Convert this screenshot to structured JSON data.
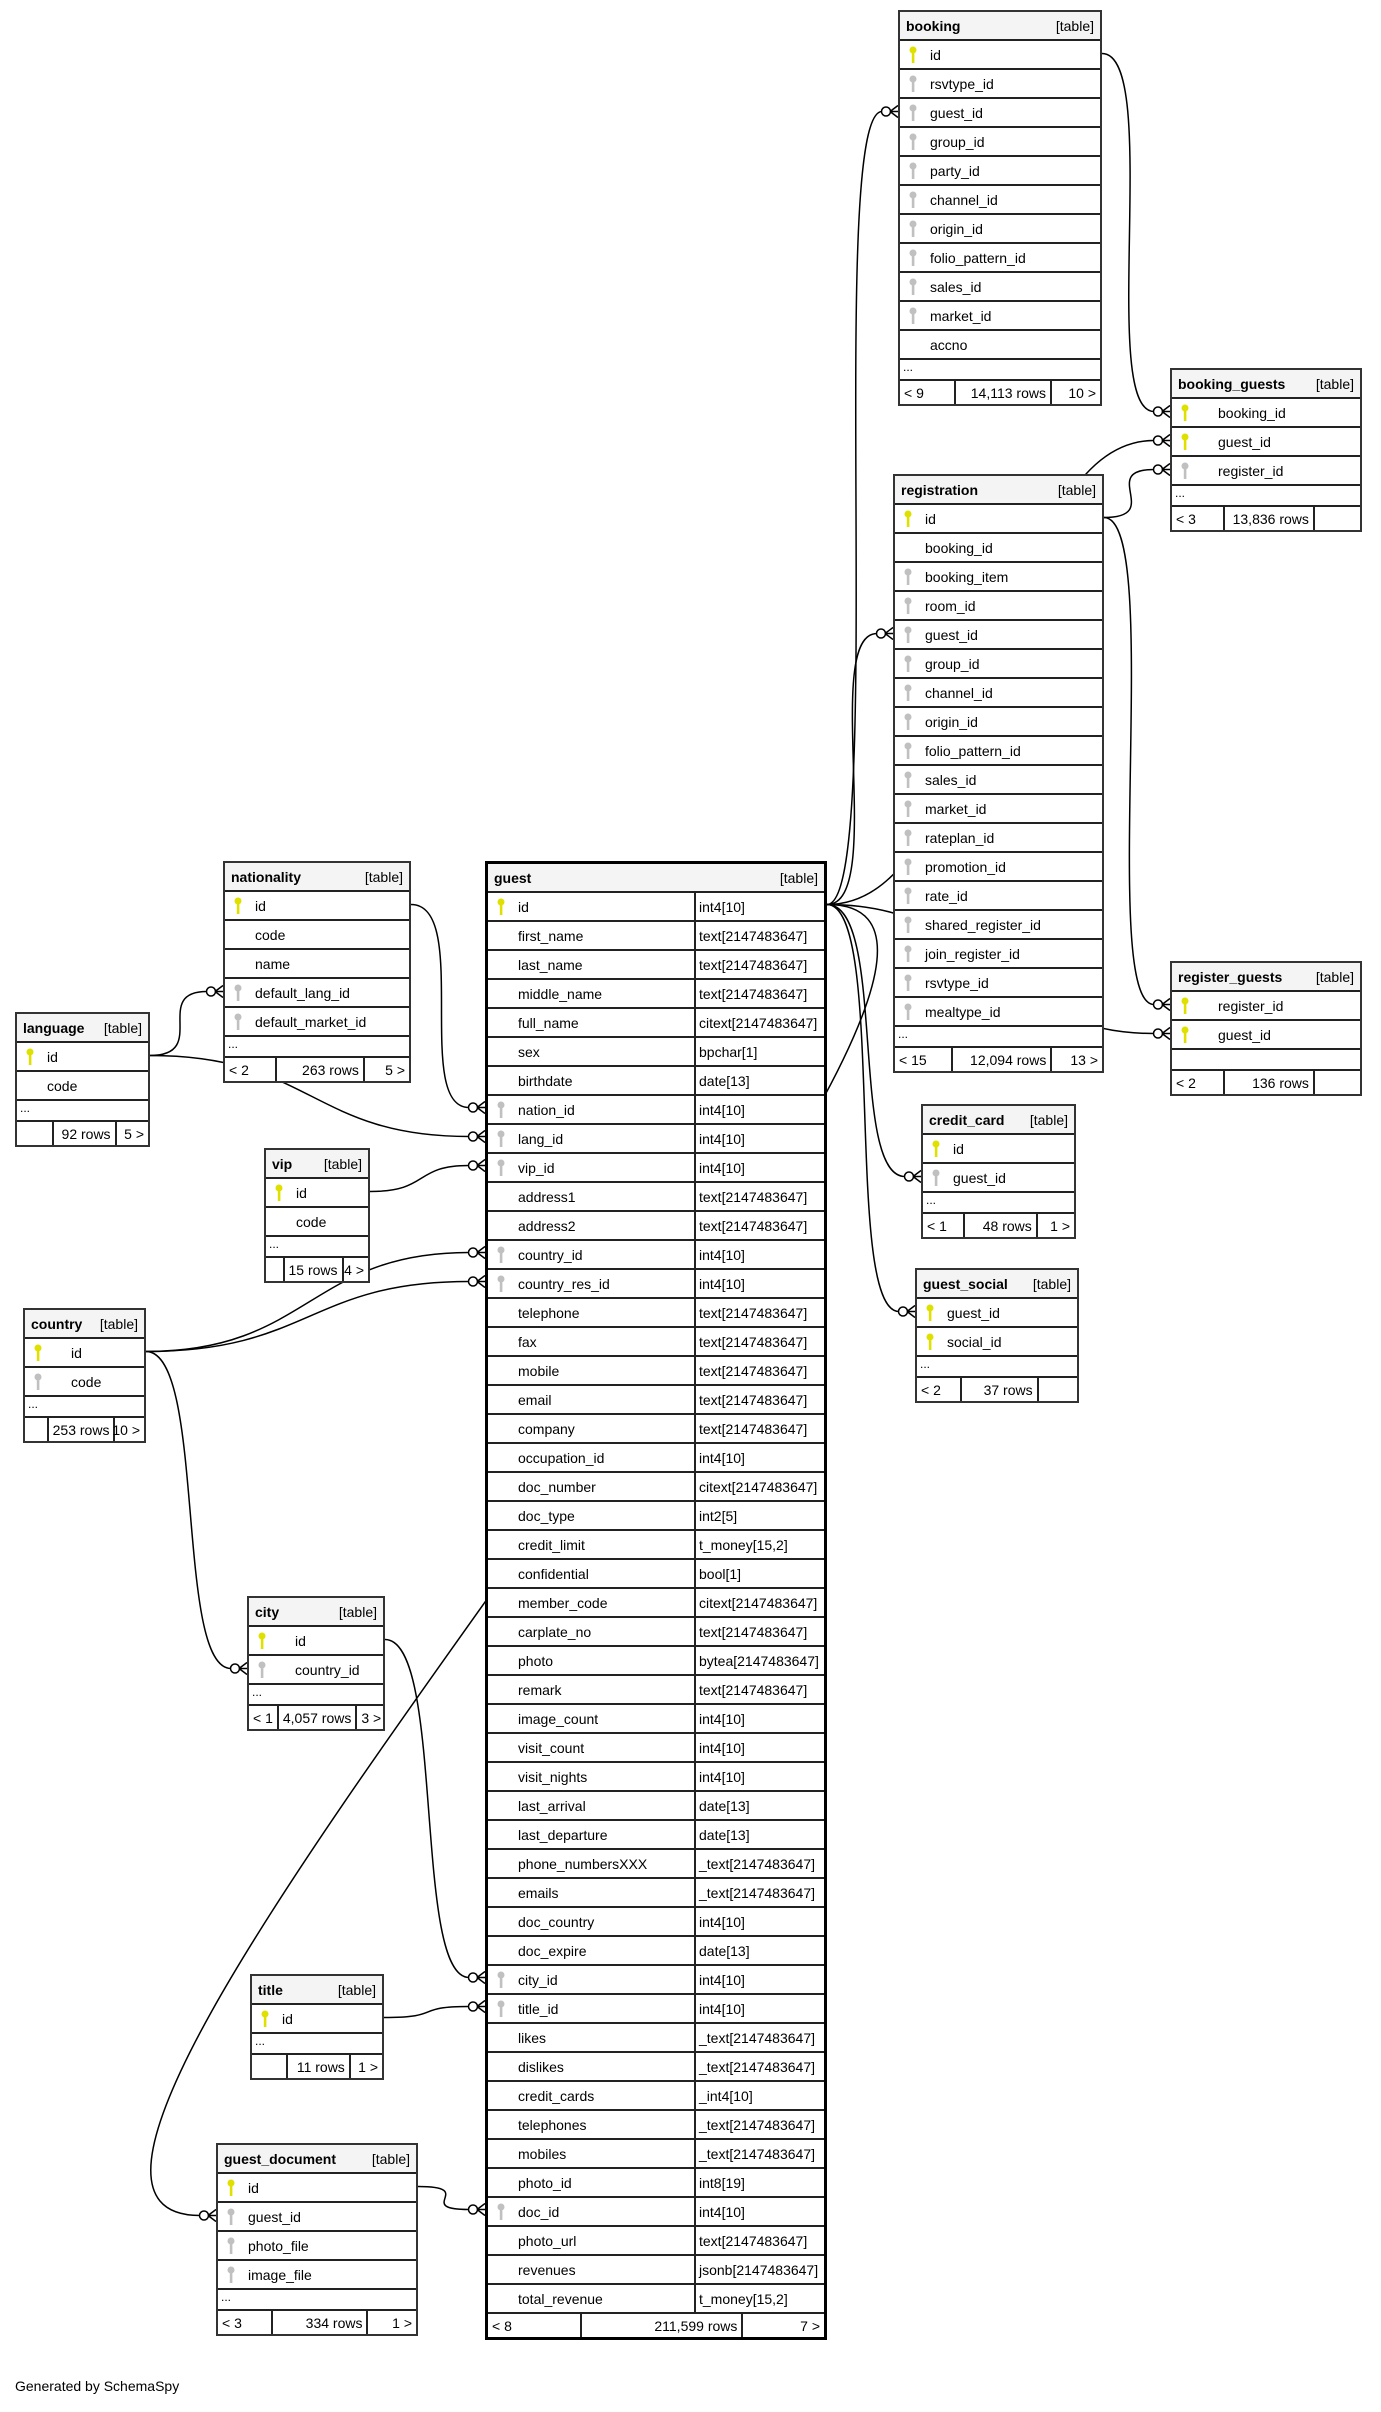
{
  "footer_text": "Generated by SchemaSpy",
  "colors": {
    "pk_key": "#e0e000",
    "fk_key": "#c0c0c0",
    "header_bg": "#f4f4f4"
  },
  "tables": {
    "booking": {
      "name": "booking",
      "type": "[table]",
      "columns": [
        {
          "name": "id",
          "key": "pk"
        },
        {
          "name": "rsvtype_id",
          "key": "fk"
        },
        {
          "name": "guest_id",
          "key": "fk"
        },
        {
          "name": "group_id",
          "key": "fk"
        },
        {
          "name": "party_id",
          "key": "fk"
        },
        {
          "name": "channel_id",
          "key": "fk"
        },
        {
          "name": "origin_id",
          "key": "fk"
        },
        {
          "name": "folio_pattern_id",
          "key": "fk"
        },
        {
          "name": "sales_id",
          "key": "fk"
        },
        {
          "name": "market_id",
          "key": "fk"
        },
        {
          "name": "accno",
          "key": ""
        }
      ],
      "ellipsis": "...",
      "footer": {
        "left": "< 9",
        "rows": "14,113 rows",
        "right": "10 >"
      }
    },
    "booking_guests": {
      "name": "booking_guests",
      "type": "[table]",
      "columns": [
        {
          "name": "booking_id",
          "key": "pk"
        },
        {
          "name": "guest_id",
          "key": "pk"
        },
        {
          "name": "register_id",
          "key": "fk"
        }
      ],
      "ellipsis": "...",
      "footer": {
        "left": "< 3",
        "rows": "13,836 rows",
        "right": ""
      }
    },
    "registration": {
      "name": "registration",
      "type": "[table]",
      "columns": [
        {
          "name": "id",
          "key": "pk"
        },
        {
          "name": "booking_id",
          "key": ""
        },
        {
          "name": "booking_item",
          "key": "fk"
        },
        {
          "name": "room_id",
          "key": "fk"
        },
        {
          "name": "guest_id",
          "key": "fk"
        },
        {
          "name": "group_id",
          "key": "fk"
        },
        {
          "name": "channel_id",
          "key": "fk"
        },
        {
          "name": "origin_id",
          "key": "fk"
        },
        {
          "name": "folio_pattern_id",
          "key": "fk"
        },
        {
          "name": "sales_id",
          "key": "fk"
        },
        {
          "name": "market_id",
          "key": "fk"
        },
        {
          "name": "rateplan_id",
          "key": "fk"
        },
        {
          "name": "promotion_id",
          "key": "fk"
        },
        {
          "name": "rate_id",
          "key": "fk"
        },
        {
          "name": "shared_register_id",
          "key": "fk"
        },
        {
          "name": "join_register_id",
          "key": "fk"
        },
        {
          "name": "rsvtype_id",
          "key": "fk"
        },
        {
          "name": "mealtype_id",
          "key": "fk"
        }
      ],
      "ellipsis": "...",
      "footer": {
        "left": "< 15",
        "rows": "12,094 rows",
        "right": "13 >"
      }
    },
    "register_guests": {
      "name": "register_guests",
      "type": "[table]",
      "columns": [
        {
          "name": "register_id",
          "key": "pk"
        },
        {
          "name": "guest_id",
          "key": "pk"
        }
      ],
      "ellipsis": "",
      "footer": {
        "left": "< 2",
        "rows": "136 rows",
        "right": ""
      }
    },
    "credit_card": {
      "name": "credit_card",
      "type": "[table]",
      "columns": [
        {
          "name": "id",
          "key": "pk"
        },
        {
          "name": "guest_id",
          "key": "fk"
        }
      ],
      "ellipsis": "...",
      "footer": {
        "left": "< 1",
        "rows": "48 rows",
        "right": "1 >"
      }
    },
    "guest_social": {
      "name": "guest_social",
      "type": "[table]",
      "columns": [
        {
          "name": "guest_id",
          "key": "pk"
        },
        {
          "name": "social_id",
          "key": "pk"
        }
      ],
      "ellipsis": "...",
      "footer": {
        "left": "< 2",
        "rows": "37 rows",
        "right": ""
      }
    },
    "guest": {
      "name": "guest",
      "type": "[table]",
      "columns": [
        {
          "name": "id",
          "key": "pk",
          "type": "int4[10]"
        },
        {
          "name": "first_name",
          "key": "",
          "type": "text[2147483647]"
        },
        {
          "name": "last_name",
          "key": "",
          "type": "text[2147483647]"
        },
        {
          "name": "middle_name",
          "key": "",
          "type": "text[2147483647]"
        },
        {
          "name": "full_name",
          "key": "",
          "type": "citext[2147483647]"
        },
        {
          "name": "sex",
          "key": "",
          "type": "bpchar[1]"
        },
        {
          "name": "birthdate",
          "key": "",
          "type": "date[13]"
        },
        {
          "name": "nation_id",
          "key": "fk",
          "type": "int4[10]"
        },
        {
          "name": "lang_id",
          "key": "fk",
          "type": "int4[10]"
        },
        {
          "name": "vip_id",
          "key": "fk",
          "type": "int4[10]"
        },
        {
          "name": "address1",
          "key": "",
          "type": "text[2147483647]"
        },
        {
          "name": "address2",
          "key": "",
          "type": "text[2147483647]"
        },
        {
          "name": "country_id",
          "key": "fk",
          "type": "int4[10]"
        },
        {
          "name": "country_res_id",
          "key": "fk",
          "type": "int4[10]"
        },
        {
          "name": "telephone",
          "key": "",
          "type": "text[2147483647]"
        },
        {
          "name": "fax",
          "key": "",
          "type": "text[2147483647]"
        },
        {
          "name": "mobile",
          "key": "",
          "type": "text[2147483647]"
        },
        {
          "name": "email",
          "key": "",
          "type": "text[2147483647]"
        },
        {
          "name": "company",
          "key": "",
          "type": "text[2147483647]"
        },
        {
          "name": "occupation_id",
          "key": "",
          "type": "int4[10]"
        },
        {
          "name": "doc_number",
          "key": "",
          "type": "citext[2147483647]"
        },
        {
          "name": "doc_type",
          "key": "",
          "type": "int2[5]"
        },
        {
          "name": "credit_limit",
          "key": "",
          "type": "t_money[15,2]"
        },
        {
          "name": "confidential",
          "key": "",
          "type": "bool[1]"
        },
        {
          "name": "member_code",
          "key": "",
          "type": "citext[2147483647]"
        },
        {
          "name": "carplate_no",
          "key": "",
          "type": "text[2147483647]"
        },
        {
          "name": "photo",
          "key": "",
          "type": "bytea[2147483647]"
        },
        {
          "name": "remark",
          "key": "",
          "type": "text[2147483647]"
        },
        {
          "name": "image_count",
          "key": "",
          "type": "int4[10]"
        },
        {
          "name": "visit_count",
          "key": "",
          "type": "int4[10]"
        },
        {
          "name": "visit_nights",
          "key": "",
          "type": "int4[10]"
        },
        {
          "name": "last_arrival",
          "key": "",
          "type": "date[13]"
        },
        {
          "name": "last_departure",
          "key": "",
          "type": "date[13]"
        },
        {
          "name": "phone_numbersXXX",
          "key": "",
          "type": "_text[2147483647]"
        },
        {
          "name": "emails",
          "key": "",
          "type": "_text[2147483647]"
        },
        {
          "name": "doc_country",
          "key": "",
          "type": "int4[10]"
        },
        {
          "name": "doc_expire",
          "key": "",
          "type": "date[13]"
        },
        {
          "name": "city_id",
          "key": "fk",
          "type": "int4[10]"
        },
        {
          "name": "title_id",
          "key": "fk",
          "type": "int4[10]"
        },
        {
          "name": "likes",
          "key": "",
          "type": "_text[2147483647]"
        },
        {
          "name": "dislikes",
          "key": "",
          "type": "_text[2147483647]"
        },
        {
          "name": "credit_cards",
          "key": "",
          "type": "_int4[10]"
        },
        {
          "name": "telephones",
          "key": "",
          "type": "_text[2147483647]"
        },
        {
          "name": "mobiles",
          "key": "",
          "type": "_text[2147483647]"
        },
        {
          "name": "photo_id",
          "key": "",
          "type": "int8[19]"
        },
        {
          "name": "doc_id",
          "key": "fk",
          "type": "int4[10]"
        },
        {
          "name": "photo_url",
          "key": "",
          "type": "text[2147483647]"
        },
        {
          "name": "revenues",
          "key": "",
          "type": "jsonb[2147483647]"
        },
        {
          "name": "total_revenue",
          "key": "",
          "type": "t_money[15,2]"
        }
      ],
      "ellipsis": "",
      "footer": {
        "left": "< 8",
        "rows": "211,599 rows",
        "right": "7 >"
      }
    },
    "nationality": {
      "name": "nationality",
      "type": "[table]",
      "columns": [
        {
          "name": "id",
          "key": "pk"
        },
        {
          "name": "code",
          "key": ""
        },
        {
          "name": "name",
          "key": ""
        },
        {
          "name": "default_lang_id",
          "key": "fk"
        },
        {
          "name": "default_market_id",
          "key": "fk"
        }
      ],
      "ellipsis": "...",
      "footer": {
        "left": "< 2",
        "rows": "263 rows",
        "right": "5 >"
      }
    },
    "language": {
      "name": "language",
      "type": "[table]",
      "columns": [
        {
          "name": "id",
          "key": "pk"
        },
        {
          "name": "code",
          "key": ""
        }
      ],
      "ellipsis": "...",
      "footer": {
        "left": "",
        "rows": "92 rows",
        "right": "5 >"
      }
    },
    "vip": {
      "name": "vip",
      "type": "[table]",
      "columns": [
        {
          "name": "id",
          "key": "pk"
        },
        {
          "name": "code",
          "key": ""
        }
      ],
      "ellipsis": "...",
      "footer": {
        "left": "",
        "rows": "15 rows",
        "right": "4 >"
      }
    },
    "country": {
      "name": "country",
      "type": "[table]",
      "columns": [
        {
          "name": "id",
          "key": "pk"
        },
        {
          "name": "code",
          "key": "fk"
        }
      ],
      "ellipsis": "...",
      "footer": {
        "left": "",
        "rows": "253 rows",
        "right": "10 >"
      }
    },
    "city": {
      "name": "city",
      "type": "[table]",
      "columns": [
        {
          "name": "id",
          "key": "pk"
        },
        {
          "name": "country_id",
          "key": "fk"
        }
      ],
      "ellipsis": "...",
      "footer": {
        "left": "< 1",
        "rows": "4,057 rows",
        "right": "3 >"
      }
    },
    "title": {
      "name": "title",
      "type": "[table]",
      "columns": [
        {
          "name": "id",
          "key": "pk"
        }
      ],
      "ellipsis": "...",
      "footer": {
        "left": "",
        "rows": "11 rows",
        "right": "1 >"
      }
    },
    "guest_document": {
      "name": "guest_document",
      "type": "[table]",
      "columns": [
        {
          "name": "id",
          "key": "pk"
        },
        {
          "name": "guest_id",
          "key": "fk"
        },
        {
          "name": "photo_file",
          "key": "fk"
        },
        {
          "name": "image_file",
          "key": "fk"
        }
      ],
      "ellipsis": "...",
      "footer": {
        "left": "< 3",
        "rows": "334 rows",
        "right": "1 >"
      }
    }
  }
}
